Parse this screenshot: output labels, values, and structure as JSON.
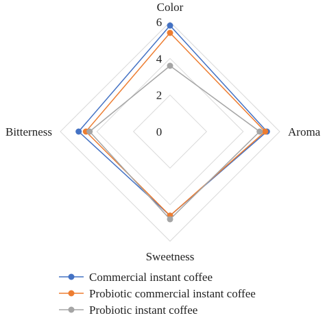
{
  "chart_data": {
    "type": "radar",
    "axes": [
      "Color",
      "Aroma",
      "Sweetness",
      "Bitterness"
    ],
    "rlim": [
      0,
      6
    ],
    "ticks": [
      0,
      2,
      4,
      6
    ],
    "grid": true,
    "legend_position": "bottom",
    "series": [
      {
        "name": "Commercial instant coffee",
        "color": "#4472c4",
        "values": [
          5.8,
          5.3,
          4.6,
          5.0
        ]
      },
      {
        "name": "Probiotic commercial instant coffee",
        "color": "#ed7d31",
        "values": [
          5.4,
          5.2,
          4.6,
          4.6
        ]
      },
      {
        "name": "Probiotic instant coffee",
        "color": "#a5a5a5",
        "values": [
          3.6,
          4.9,
          4.8,
          4.4
        ]
      }
    ]
  }
}
